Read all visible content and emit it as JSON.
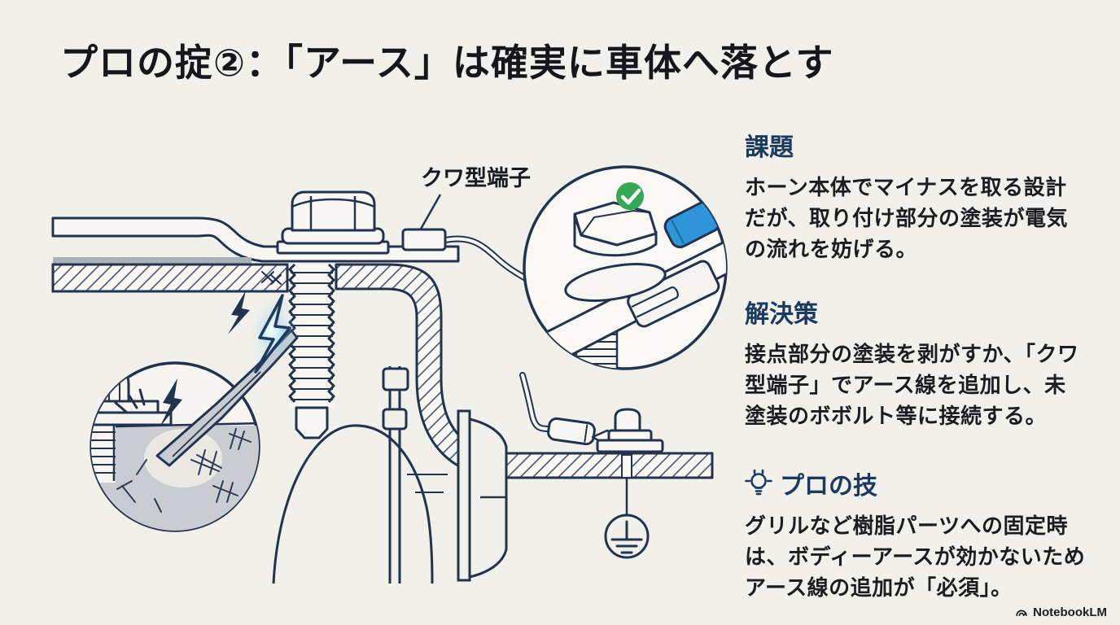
{
  "title": "プロの掟②：「アース」は確実に車体へ落とす",
  "diagram": {
    "terminal_label": "クワ型端子",
    "colors": {
      "line_navy": "#23334d",
      "paint_gray": "#c9cdd2",
      "sleeve_blue": "#2e96d8",
      "check_green": "#34a853",
      "spark_blue": "#4da5de",
      "background": "#f2f0ea"
    }
  },
  "sections": [
    {
      "heading": "課題",
      "body": "ホーン本体でマイナスを取る設計\nだが、取り付け部分の塗装が電気\nの流れを妨げる。"
    },
    {
      "heading": "解決策",
      "body": "接点部分の塗装を剥がすか、「クワ\n型端子」でアース線を追加し、未\n塗装のボボルト等に接続する。"
    },
    {
      "heading": "プロの技",
      "body": "グリルなど樹脂パーツへの固定時\nは、ボディーアースが効かないため\nアース線の追加が「必須」。"
    }
  ],
  "footer": {
    "brand": "NotebookLM"
  }
}
